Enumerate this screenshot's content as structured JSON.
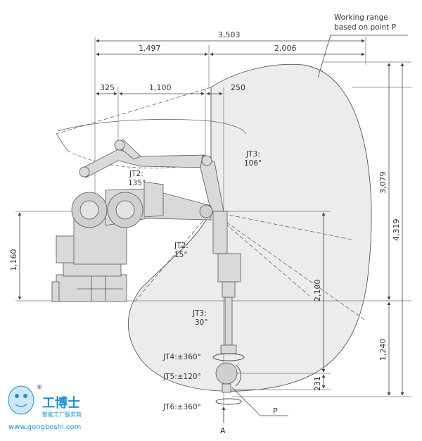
{
  "annotation": {
    "line1": "Working range",
    "line2": "based on point P"
  },
  "dimensions": {
    "total_width": "3,503",
    "left_reach": "1,497",
    "right_reach": "2,006",
    "offset_325": "325",
    "arm_1100": "1,100",
    "offset_250": "250",
    "height_3079": "3,079",
    "height_4319": "4,319",
    "height_1160": "1,160",
    "height_2100": "2,100",
    "height_1240": "1,240",
    "flange_231": "231"
  },
  "joints": {
    "jt2_back_line1": "JT2:",
    "jt2_back_line2": "135°",
    "jt2_fwd_line1": "JT2:",
    "jt2_fwd_line2": "15°",
    "jt3_up_line1": "JT3:",
    "jt3_up_line2": "106°",
    "jt3_down_line1": "JT3:",
    "jt3_down_line2": "30°",
    "jt4": "JT4:±360°",
    "jt5": "JT5:±120°",
    "jt6": "JT6:±360°"
  },
  "point_label": "P",
  "view_label": "A",
  "watermark": {
    "name": "工博士",
    "subtitle": "智能工厂服务商",
    "url": "www.gongboshi.com",
    "registered": "®"
  },
  "colors": {
    "range_fill": "#ececec",
    "robot_fill": "#d9d9d9",
    "line": "#444444",
    "accent": "#1a8fd6"
  }
}
